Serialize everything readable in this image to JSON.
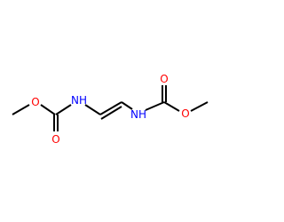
{
  "molecule": {
    "colors": {
      "bond": "#000000",
      "oxygen": "#ff0000",
      "nitrogen": "#0000ff"
    },
    "atoms": {
      "o_ester_left": "O",
      "o_carbonyl_left": "O",
      "n_left": "NH",
      "n_right": "NH",
      "o_carbonyl_right": "O",
      "o_ester_right": "O"
    },
    "bonds": [
      {
        "from": "methyl_left",
        "to": "o_ester_left",
        "order": 1
      },
      {
        "from": "o_ester_left",
        "to": "c_carbonyl_left",
        "order": 1
      },
      {
        "from": "c_carbonyl_left",
        "to": "o_carbonyl_left",
        "order": 2
      },
      {
        "from": "c_carbonyl_left",
        "to": "n_left",
        "order": 1
      },
      {
        "from": "n_left",
        "to": "c_vinyl_left",
        "order": 1
      },
      {
        "from": "c_vinyl_left",
        "to": "c_vinyl_right",
        "order": 2
      },
      {
        "from": "c_vinyl_right",
        "to": "n_right",
        "order": 1
      },
      {
        "from": "n_right",
        "to": "c_carbonyl_right",
        "order": 1
      },
      {
        "from": "c_carbonyl_right",
        "to": "o_carbonyl_right",
        "order": 2
      },
      {
        "from": "c_carbonyl_right",
        "to": "o_ester_right",
        "order": 1
      },
      {
        "from": "o_ester_right",
        "to": "methyl_right",
        "order": 1
      }
    ]
  }
}
